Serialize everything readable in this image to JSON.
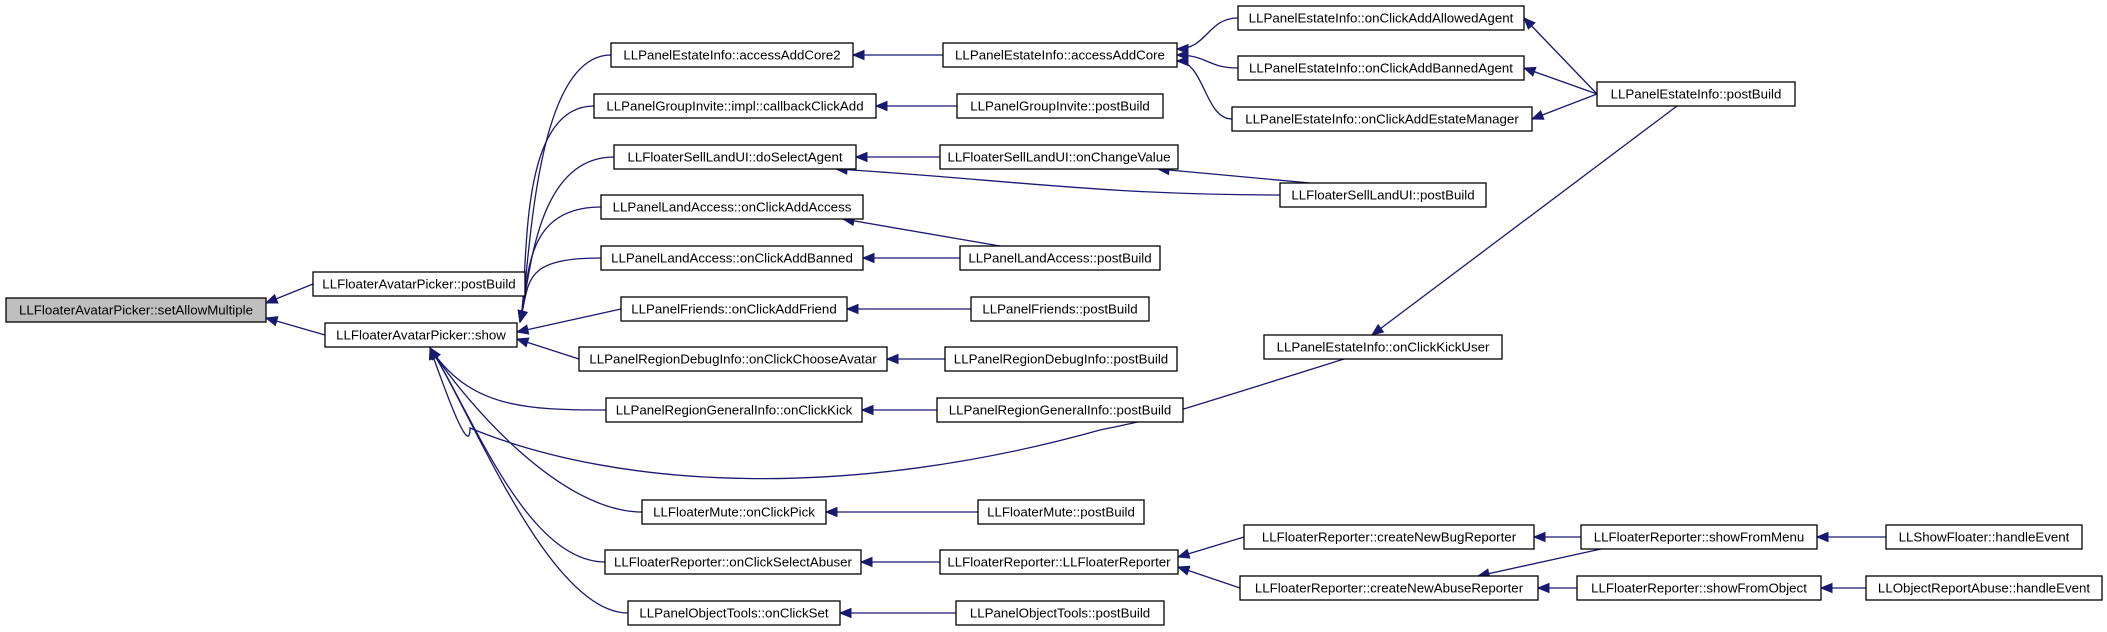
{
  "nodes": [
    {
      "id": "root",
      "label": "LLFloaterAvatarPicker::setAllowMultiple"
    },
    {
      "id": "fap_postBuild",
      "label": "LLFloaterAvatarPicker::postBuild"
    },
    {
      "id": "fap_show",
      "label": "LLFloaterAvatarPicker::show"
    },
    {
      "id": "pei_accessAddCore2",
      "label": "LLPanelEstateInfo::accessAddCore2"
    },
    {
      "id": "pgi_callbackClickAdd",
      "label": "LLPanelGroupInvite::impl::callbackClickAdd"
    },
    {
      "id": "fslui_doSelectAgent",
      "label": "LLFloaterSellLandUI::doSelectAgent"
    },
    {
      "id": "pla_onClickAddAccess",
      "label": "LLPanelLandAccess::onClickAddAccess"
    },
    {
      "id": "pla_onClickAddBanned",
      "label": "LLPanelLandAccess::onClickAddBanned"
    },
    {
      "id": "pf_onClickAddFriend",
      "label": "LLPanelFriends::onClickAddFriend"
    },
    {
      "id": "prdi_onClickChooseAvatar",
      "label": "LLPanelRegionDebugInfo::onClickChooseAvatar"
    },
    {
      "id": "prgi_onClickKick",
      "label": "LLPanelRegionGeneralInfo::onClickKick"
    },
    {
      "id": "fm_onClickPick",
      "label": "LLFloaterMute::onClickPick"
    },
    {
      "id": "fr_onClickSelectAbuser",
      "label": "LLFloaterReporter::onClickSelectAbuser"
    },
    {
      "id": "pot_onClickSet",
      "label": "LLPanelObjectTools::onClickSet"
    },
    {
      "id": "pei_accessAddCore",
      "label": "LLPanelEstateInfo::accessAddCore"
    },
    {
      "id": "pgi_postBuild",
      "label": "LLPanelGroupInvite::postBuild"
    },
    {
      "id": "fslui_onChangeValue",
      "label": "LLFloaterSellLandUI::onChangeValue"
    },
    {
      "id": "pla_postBuild",
      "label": "LLPanelLandAccess::postBuild"
    },
    {
      "id": "pf_postBuild",
      "label": "LLPanelFriends::postBuild"
    },
    {
      "id": "prdi_postBuild",
      "label": "LLPanelRegionDebugInfo::postBuild"
    },
    {
      "id": "prgi_postBuild",
      "label": "LLPanelRegionGeneralInfo::postBuild"
    },
    {
      "id": "fm_postBuild",
      "label": "LLFloaterMute::postBuild"
    },
    {
      "id": "fr_ctor",
      "label": "LLFloaterReporter::LLFloaterReporter"
    },
    {
      "id": "pot_postBuild",
      "label": "LLPanelObjectTools::postBuild"
    },
    {
      "id": "pei_onClickAddAllowedAgent",
      "label": "LLPanelEstateInfo::onClickAddAllowedAgent"
    },
    {
      "id": "pei_onClickAddBannedAgent",
      "label": "LLPanelEstateInfo::onClickAddBannedAgent"
    },
    {
      "id": "pei_onClickAddEstateManager",
      "label": "LLPanelEstateInfo::onClickAddEstateManager"
    },
    {
      "id": "fslui_postBuild",
      "label": "LLFloaterSellLandUI::postBuild"
    },
    {
      "id": "pei_onClickKickUser",
      "label": "LLPanelEstateInfo::onClickKickUser"
    },
    {
      "id": "fr_createNewBugReporter",
      "label": "LLFloaterReporter::createNewBugReporter"
    },
    {
      "id": "fr_createNewAbuseReporter",
      "label": "LLFloaterReporter::createNewAbuseReporter"
    },
    {
      "id": "pei_postBuild",
      "label": "LLPanelEstateInfo::postBuild"
    },
    {
      "id": "fr_showFromMenu",
      "label": "LLFloaterReporter::showFromMenu"
    },
    {
      "id": "fr_showFromObject",
      "label": "LLFloaterReporter::showFromObject"
    },
    {
      "id": "sf_handleEvent",
      "label": "LLShowFloater::handleEvent"
    },
    {
      "id": "ora_handleEvent",
      "label": "LLObjectReportAbuse::handleEvent"
    }
  ],
  "edges": [
    {
      "from": "fap_postBuild",
      "to": "root"
    },
    {
      "from": "fap_show",
      "to": "root"
    },
    {
      "from": "pei_accessAddCore2",
      "to": "fap_show"
    },
    {
      "from": "pgi_callbackClickAdd",
      "to": "fap_show"
    },
    {
      "from": "fslui_doSelectAgent",
      "to": "fap_show"
    },
    {
      "from": "pla_onClickAddAccess",
      "to": "fap_show"
    },
    {
      "from": "pla_onClickAddBanned",
      "to": "fap_show"
    },
    {
      "from": "pf_onClickAddFriend",
      "to": "fap_show"
    },
    {
      "from": "prdi_onClickChooseAvatar",
      "to": "fap_show"
    },
    {
      "from": "prgi_onClickKick",
      "to": "fap_show"
    },
    {
      "from": "pei_onClickKickUser",
      "to": "fap_show"
    },
    {
      "from": "fm_onClickPick",
      "to": "fap_show"
    },
    {
      "from": "fr_onClickSelectAbuser",
      "to": "fap_show"
    },
    {
      "from": "pot_onClickSet",
      "to": "fap_show"
    },
    {
      "from": "pei_accessAddCore",
      "to": "pei_accessAddCore2"
    },
    {
      "from": "pgi_postBuild",
      "to": "pgi_callbackClickAdd"
    },
    {
      "from": "fslui_onChangeValue",
      "to": "fslui_doSelectAgent"
    },
    {
      "from": "fslui_postBuild",
      "to": "fslui_doSelectAgent"
    },
    {
      "from": "pla_postBuild",
      "to": "pla_onClickAddAccess"
    },
    {
      "from": "pla_postBuild",
      "to": "pla_onClickAddBanned"
    },
    {
      "from": "pf_postBuild",
      "to": "pf_onClickAddFriend"
    },
    {
      "from": "prdi_postBuild",
      "to": "prdi_onClickChooseAvatar"
    },
    {
      "from": "prgi_postBuild",
      "to": "prgi_onClickKick"
    },
    {
      "from": "fm_postBuild",
      "to": "fm_onClickPick"
    },
    {
      "from": "fr_ctor",
      "to": "fr_onClickSelectAbuser"
    },
    {
      "from": "pot_postBuild",
      "to": "pot_onClickSet"
    },
    {
      "from": "pei_onClickAddAllowedAgent",
      "to": "pei_accessAddCore"
    },
    {
      "from": "pei_onClickAddBannedAgent",
      "to": "pei_accessAddCore"
    },
    {
      "from": "pei_onClickAddEstateManager",
      "to": "pei_accessAddCore"
    },
    {
      "from": "fslui_postBuild",
      "to": "fslui_onChangeValue"
    },
    {
      "from": "pei_postBuild",
      "to": "pei_onClickKickUser"
    },
    {
      "from": "pei_postBuild",
      "to": "pei_onClickAddAllowedAgent"
    },
    {
      "from": "pei_postBuild",
      "to": "pei_onClickAddBannedAgent"
    },
    {
      "from": "pei_postBuild",
      "to": "pei_onClickAddEstateManager"
    },
    {
      "from": "fr_createNewBugReporter",
      "to": "fr_ctor"
    },
    {
      "from": "fr_createNewAbuseReporter",
      "to": "fr_ctor"
    },
    {
      "from": "fr_showFromMenu",
      "to": "fr_createNewBugReporter"
    },
    {
      "from": "fr_showFromObject",
      "to": "fr_createNewAbuseReporter"
    },
    {
      "from": "fr_showFromMenu",
      "to": "fr_createNewAbuseReporter"
    },
    {
      "from": "sf_handleEvent",
      "to": "fr_showFromMenu"
    },
    {
      "from": "ora_handleEvent",
      "to": "fr_showFromObject"
    }
  ],
  "colors": {
    "edge": "#191970",
    "root_fill": "#bfbfbf",
    "node_fill": "#ffffff",
    "node_border": "#000000"
  }
}
